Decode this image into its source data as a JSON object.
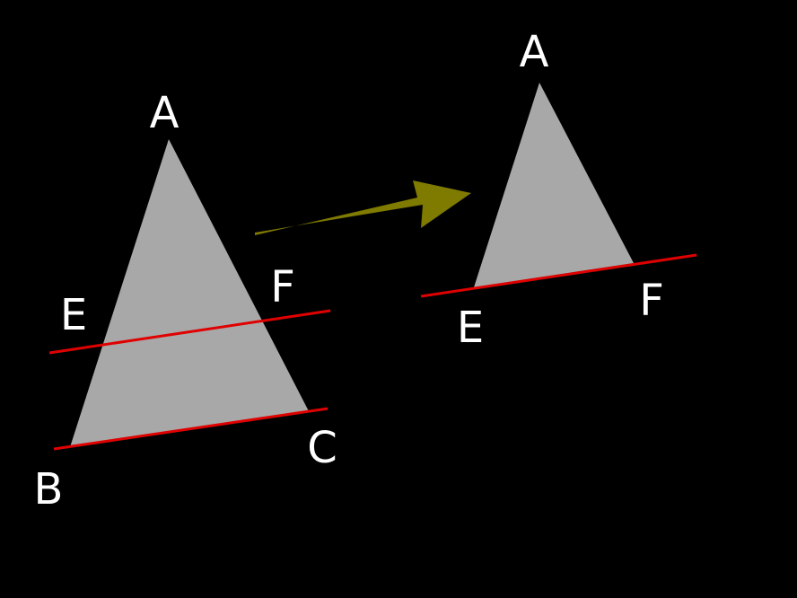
{
  "colors": {
    "background": "#000000",
    "triangle_fill": "#a8a8a8",
    "parallel_line": "#e00000",
    "arrow": "#7f7a00",
    "label_text": "#ffffff"
  },
  "left_figure": {
    "vertex_labels": {
      "apex": "A",
      "bottom_left": "B",
      "bottom_right": "C",
      "left_cut": "E",
      "right_cut": "F"
    }
  },
  "right_figure": {
    "vertex_labels": {
      "apex": "A",
      "left_base": "E",
      "right_base": "F"
    }
  },
  "arrow_icon": "right-arrow"
}
